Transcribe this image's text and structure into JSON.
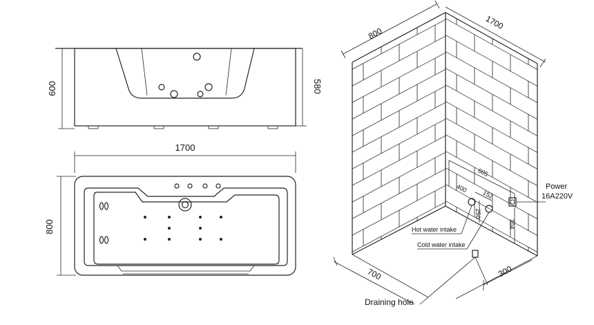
{
  "side_view": {
    "height_left": "600",
    "height_right": "580"
  },
  "top_view": {
    "width": "1700",
    "depth": "800"
  },
  "wall_view": {
    "wall_depth": "800",
    "wall_width": "1700",
    "dim_605": "605",
    "dim_400": "400",
    "dim_152": "152",
    "dim_250": "250",
    "dim_304": "304",
    "dim_700": "700",
    "dim_300": "300",
    "power_label": "Power",
    "power_spec": "16A220V",
    "hot_water_label": "Hot water intake",
    "cold_water_label": "Cold water intake",
    "drain_label": "Draining hole"
  }
}
